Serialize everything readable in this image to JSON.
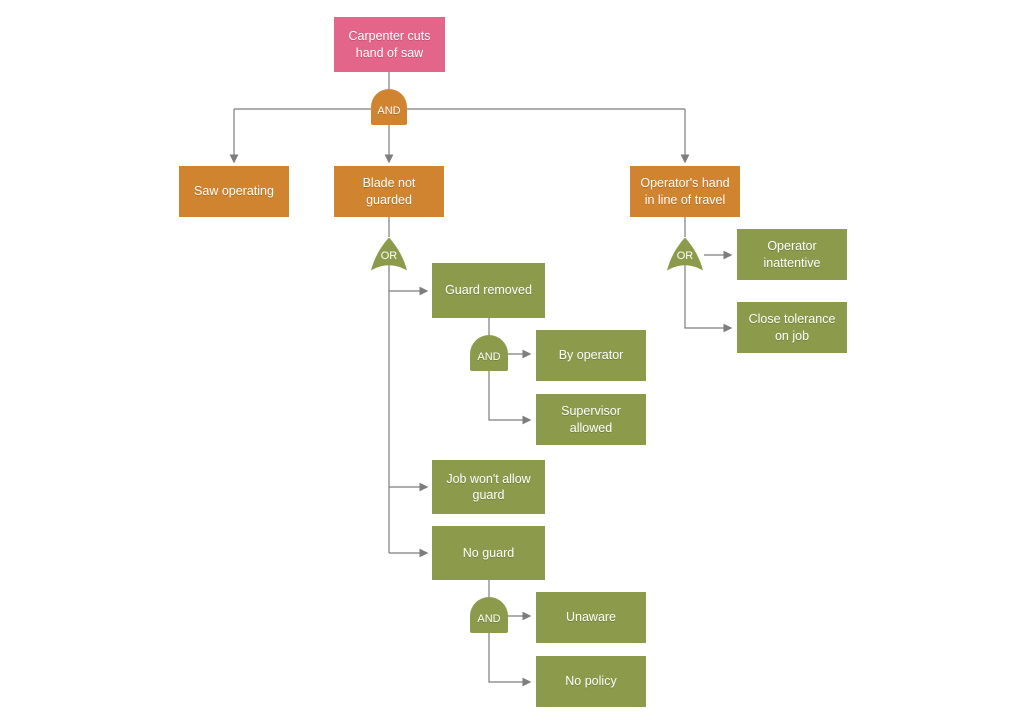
{
  "colors": {
    "top_event": "#e3668a",
    "orange": "#d0842f",
    "green": "#8b9a4b",
    "connector": "#7d7d7d",
    "canvas": "#ffffff",
    "text": "#ffffff"
  },
  "nodes": {
    "root": {
      "label": "Carpenter cuts hand of saw"
    },
    "saw_operating": {
      "label": "Saw operating"
    },
    "blade_not_guarded": {
      "label": "Blade not guarded"
    },
    "operators_hand": {
      "label": "Operator's hand in line of travel"
    },
    "guard_removed": {
      "label": "Guard removed"
    },
    "by_operator": {
      "label": "By operator"
    },
    "supervisor_allowed": {
      "label": "Supervisor allowed"
    },
    "job_wont_allow_guard": {
      "label": "Job won't allow guard"
    },
    "no_guard": {
      "label": "No guard"
    },
    "unaware": {
      "label": "Unaware"
    },
    "no_policy": {
      "label": "No policy"
    },
    "operator_inattentive": {
      "label": "Operator inattentive"
    },
    "close_tolerance": {
      "label": "Close tolerance on job"
    }
  },
  "gates": {
    "top_and": {
      "label": "AND",
      "type": "and"
    },
    "blade_or": {
      "label": "OR",
      "type": "or"
    },
    "guard_removed_and": {
      "label": "AND",
      "type": "and"
    },
    "no_guard_and": {
      "label": "AND",
      "type": "and"
    },
    "hand_or": {
      "label": "OR",
      "type": "or"
    }
  },
  "edges": [
    {
      "from": "root",
      "via": "top_and",
      "to": [
        "saw_operating",
        "blade_not_guarded",
        "operators_hand"
      ]
    },
    {
      "from": "blade_not_guarded",
      "via": "blade_or",
      "to": [
        "guard_removed",
        "job_wont_allow_guard",
        "no_guard"
      ]
    },
    {
      "from": "guard_removed",
      "via": "guard_removed_and",
      "to": [
        "by_operator",
        "supervisor_allowed"
      ]
    },
    {
      "from": "no_guard",
      "via": "no_guard_and",
      "to": [
        "unaware",
        "no_policy"
      ]
    },
    {
      "from": "operators_hand",
      "via": "hand_or",
      "to": [
        "operator_inattentive",
        "close_tolerance"
      ]
    }
  ]
}
